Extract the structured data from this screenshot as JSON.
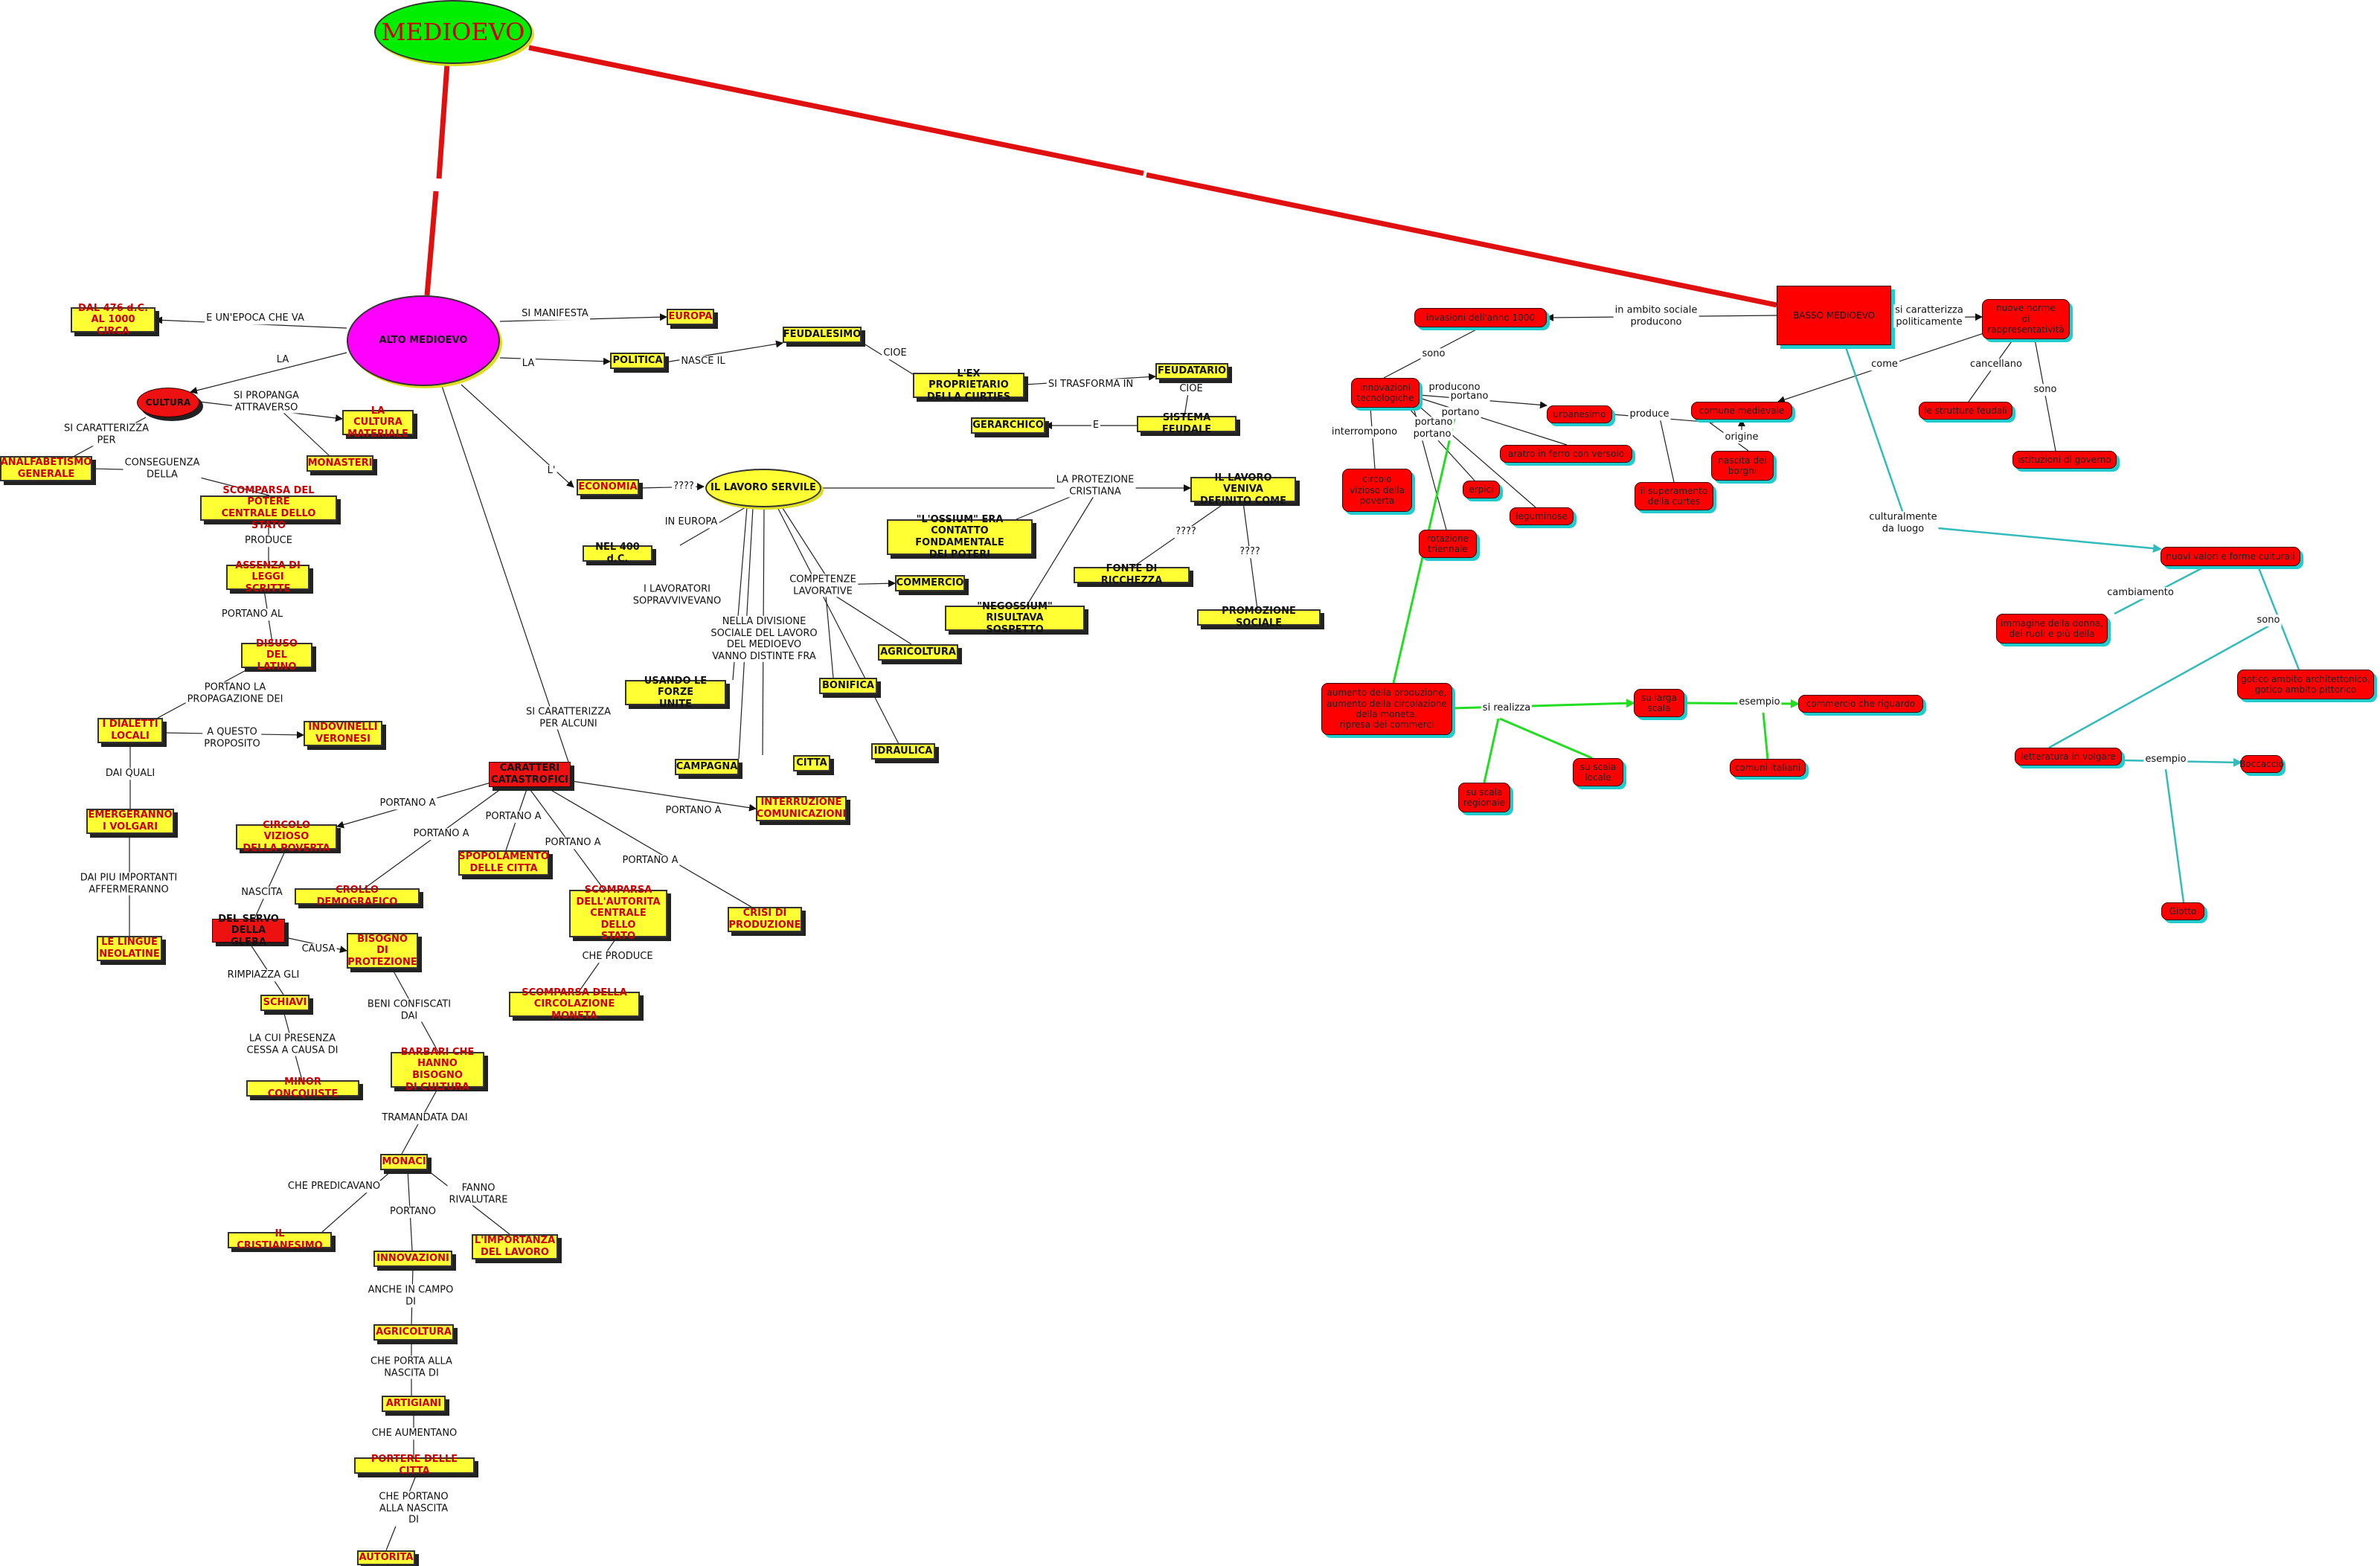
{
  "nodes": {
    "medioevo": "MEDIOEVO",
    "alto": "ALTO MEDIOEVO",
    "basso": "BASSO MEDIOEVO",
    "dal476": "DAL 476 d.C.\nAL 1000 CIRCA",
    "europa": "EUROPA",
    "politica": "POLITICA",
    "feudalesimo": "FEUDALESIMO",
    "ex_proprietario": "L'EX PROPRIETARIO\nDELLA CURTIES",
    "feudatario": "FEUDATARIO",
    "sistema_feudale": "SISTEMA FEUDALE",
    "gerarchico": "GERARCHICO",
    "cultura": "CULTURA",
    "cultura_materiale": "LA CULTURA\nMATERIALE",
    "monasteri": "MONASTERI",
    "analfabetismo": "ANALFABETISMO\nGENERALE",
    "scomparsa_potere": "SCOMPARSA DEL POTERE\nCENTRALE DELLO STATO",
    "assenza_leggi": "ASSENZA DI\nLEGGI SCRITTE",
    "disuso_latino": "DISUSO DEL\nLATINO",
    "dialetti": "I DIALETTI\nLOCALI",
    "indovinelli": "INDOVINELLI\nVERONESI",
    "emergeranno": "EMERGERANNO\nI VOLGARI",
    "lingue_neolatine": "LE LINGUE\nNEOLATINE",
    "economia": "ECONOMIA",
    "lavoro_servile": "IL LAVORO SERVILE",
    "nel400": "NEL 400 d.C.",
    "ossium": "\"L'OSSIUM\" ERA\nCONTATTO FONDAMENTALE\nDEI POTERI",
    "negossium": "\"NEGOSSIUM\" RISULTAVA\nSOSPETTO",
    "lavoro_definito": "IL LAVORO VENIVA\nDEFINITO COME",
    "fonte_ricchezza": "FONTE DI RICCHEZZA",
    "promozione_sociale": "PROMOZIONE SOCIALE",
    "commercio": "COMMERCIO",
    "agricoltura1": "AGRICOLTURA",
    "bonifica": "BONIFICA",
    "idraulica": "IDRAULICA",
    "citta": "CITTA",
    "campagna": "CAMPAGNA",
    "forze_unite": "USANDO LE FORZE\nUNITE",
    "caratteri": "CARATTERI\nCATASTROFICI",
    "circolo_vizioso": "CIRCOLO VIZIOSO\nDELLA POVERTA",
    "crollo": "CROLLO DEMOGRAFICO",
    "spopolamento": "SPOPOLAMENTO\nDELLE CITTA",
    "scomparsa_autorita": "SCOMPARSA\nDELL'AUTORITA\nCENTRALE DELLO\nSTATO",
    "crisi_produzione": "CRISI DI\nPRODUZIONE",
    "interruzione": "INTERRUZIONE\nCOMUNICAZIONI",
    "scomparsa_moneta": "SCOMPARSA DELLA\nCIRCOLAZIONE MONETA",
    "servo_gleba": "DEL SERVO\nDELLA GLEBA",
    "bisogno_protezione": "BISOGNO\nDI\nPROTEZIONE",
    "schiavi": "SCHIAVI",
    "minor_conquiste": "MINOR CONCQUISTE",
    "barbari": "BARBARI CHE\nHANNO BISOGNO\nDI CULTURA",
    "monaci": "MONACI",
    "cristianesimo": "IL CRISTIANESIMO",
    "importanza_lavoro": "L'IMPORTANZA\nDEL LAVORO",
    "innovazioni": "INNOVAZIONI",
    "agricoltura2": "AGRICOLTURA",
    "artigiani": "ARTIGIANI",
    "portere_citta": "PORTERE DELLE CITTA",
    "autorita": "AUTORITA",
    "invasioni": "invasioni dell'anno 1000",
    "innovazioni_tec": "innovazioni\ntecnologiche",
    "circolo_vizioso_b": "circolo\nvizioso della\npoverta",
    "aratro_ferro": "aratro in ferro con versoio",
    "erpici": "erpici",
    "leguminose": "leguminose",
    "rotazione": "rotazione\ntriennale",
    "urbanesimo": "urbanesimo",
    "superamento_curtes": "il superamento\ndella curtes",
    "nascita_borghi": "nascita dei\nborghi",
    "comune_medievale": "comune medievale",
    "nuove_norme": "nuove norme\ndi\nrappresentatività",
    "strutture_feudali": "le strutture feudali",
    "istituzioni_governo": "istituzioni di governo",
    "aumento_produzione": "aumento della produzione,\naumento della circolazione\ndella moneta,\nripresa dei commerci",
    "larga_scala": "su larga\nscala",
    "scala_regionale": "su scala\nregionale",
    "scala_locale": "su scala\nlocale",
    "commercio_spezie": "commercio che riguardo",
    "comuni_italiani": "comuni italiani",
    "nuovi_valori": "nuovi valori e forme culturali",
    "immagine_donna": "immagine della donna,\ndei ruoli e più della",
    "gotico": "gotico ambito architettonico,\ngotico ambito pittorico",
    "letteratura_volgare": "letteratura in volgare",
    "boccaccio": "Boccaccio",
    "giotto": "Giotto"
  },
  "labels": {
    "e_un_epoca": "E UN'EPOCA CHE VA",
    "si_manifesta": "SI MANIFESTA",
    "la_politica": "LA",
    "nasce_il": "NASCE IL",
    "cioe1": "CIOE",
    "si_trasforma": "SI TRASFORMA IN",
    "cioe2": "CIOE",
    "e": "E",
    "la_cultura": "LA",
    "si_propanga": "SI PROPANGA\nATTRAVERSO",
    "si_caratterizza_per": "SI CARATTERIZZA\nPER",
    "conseguenza": "CONSEGUENZA\nDELLA",
    "produce": "PRODUCE",
    "portano_al": "PORTANO AL",
    "portano_la": "PORTANO LA\nPROPAGAZIONE DEI",
    "a_questo": "A QUESTO\nPROPOSITO",
    "dai_quali": "DAI QUALI",
    "dai_piu": "DAI PIU IMPORTANTI\nAFFERMERANNO",
    "l_economia": "L'",
    "qqqq1": "????",
    "in_europa": "IN EUROPA",
    "sopravvivevano": "I LAVORATORI\nSOPRAVVIVEVANO",
    "divisione": "NELLA DIVISIONE\nSOCIALE DEL LAVORO\nDEL MEDIOEVO\nVANNO DISTINTE FRA",
    "competenze": "COMPETENZE\nLAVORATIVE",
    "protezione_cristiana": "LA PROTEZIONE\nCRISTIANA",
    "qqqq2": "????",
    "qqqq3": "????",
    "si_caratterizza_alcuni": "SI CARATTERIZZA\nPER ALCUNI",
    "portano_a1": "PORTANO A",
    "portano_a2": "PORTANO A",
    "portano_a3": "PORTANO A",
    "portano_a4": "PORTANO A",
    "portano_a5": "PORTANO A",
    "portano_a6": "PORTANO A",
    "che_produce": "CHE PRODUCE",
    "nascita": "NASCITA",
    "causa": "CAUSA",
    "rimpiazza": "RIMPIAZZA GLI",
    "presenza": "LA CUI PRESENZA\nCESSA A CAUSA DI",
    "beni_confiscati": "BENI CONFISCATI\nDAI",
    "tramandata": "TRAMANDATA DAI",
    "che_predicavano": "CHE PREDICAVANO",
    "portano": "PORTANO",
    "fanno_rivalutare": "FANNO\nRIVALUTARE",
    "anche_campo": "ANCHE IN CAMPO\nDI",
    "nascita_di": "CHE PORTA ALLA\nNASCITA DI",
    "aumentano": "CHE AUMENTANO",
    "che_portano": "CHE PORTANO\nALLA NASCITA\nDI",
    "ambito_sociale": "in ambito sociale\nproducono",
    "sono1": "sono",
    "interrompono": "interrompono",
    "producono": "producono",
    "portano_b1": "portano",
    "portano_b2": "portano",
    "portano_b3": "portano",
    "portano_b4": "portano",
    "produce_b": "produce",
    "origine": "origine",
    "si_caratterizza_pol": "si caratterizza\npoliticamente",
    "come": "come",
    "cancellano": "cancellano",
    "sono2": "sono",
    "culturalmente": "culturalmente\nda luogo",
    "cambiamento": "cambiamento",
    "sono3": "sono",
    "esempio1": "esempio",
    "si_realizza": "si realizza",
    "esempio2": "esempio"
  },
  "colors": {
    "main_link": "#e01010",
    "green_link": "#22dd22",
    "teal_link": "#33bbbb",
    "dark_link": "#222222",
    "medioevo_fill": "#00ee00",
    "alto_fill": "#ff00ff",
    "medioevo_text": "#cc0000"
  }
}
